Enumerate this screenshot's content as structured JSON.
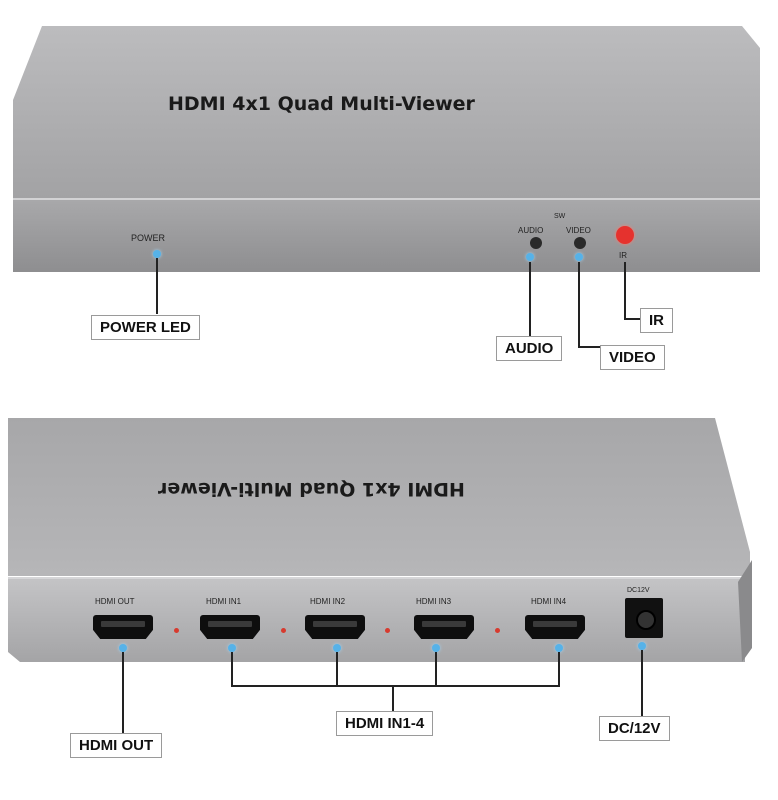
{
  "front": {
    "title": "HDMI 4x1 Quad Multi-Viewer",
    "power_label": "POWER",
    "audio_label": "AUDIO",
    "sw_label": "SW",
    "video_label": "VIDEO",
    "ir_label": "IR"
  },
  "rear": {
    "title": "HDMI 4x1 Quad Multi-Viewer",
    "ports": [
      "HDMI OUT",
      "HDMI IN1",
      "HDMI IN2",
      "HDMI IN3",
      "HDMI IN4"
    ],
    "dc_label": "DC12V"
  },
  "callouts": {
    "power_led": "POWER LED",
    "audio": "AUDIO",
    "video": "VIDEO",
    "ir": "IR",
    "hdmi_out": "HDMI OUT",
    "hdmi_in": "HDMI IN1-4",
    "dc": "DC/12V"
  },
  "colors": {
    "device_gray": "#9c9c9e",
    "led_blue": "#56b2e8",
    "ir_red": "#e5322e"
  }
}
